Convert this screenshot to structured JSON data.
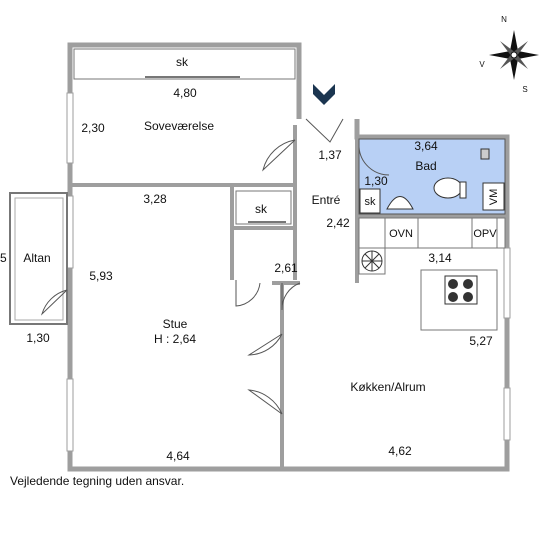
{
  "rooms": {
    "sovevaerelse": {
      "name": "Soveværelse",
      "width": "4,80",
      "depth": "2,30"
    },
    "stue": {
      "name": "Stue",
      "ceiling": "H : 2,64",
      "width_top": "3,28",
      "width_bottom": "4,64",
      "depth": "5,93"
    },
    "altan": {
      "name": "Altan",
      "width": "1,30",
      "edge_mark": "5"
    },
    "entre": {
      "name": "Entré",
      "width": "1,37",
      "depth": "2,42",
      "bottom": "2,61"
    },
    "bad": {
      "name": "Bad",
      "width": "3,64",
      "depth": "1,30"
    },
    "kokken": {
      "name": "Køkken/Alrum",
      "width_top": "3,14",
      "width_bottom": "4,62",
      "depth": "5,27"
    }
  },
  "fixtures": {
    "closet": "sk",
    "oven": "OVN",
    "dishwasher": "OPV",
    "washer": "VM"
  },
  "compass": {
    "n": "N",
    "v": "V",
    "s": "S"
  },
  "footer": "Vejledende tegning uden ansvar.",
  "colors": {
    "wall": "#9e9e9e",
    "bathroom_fill": "#b8d0f5",
    "entry_marker": "#1b3550"
  }
}
